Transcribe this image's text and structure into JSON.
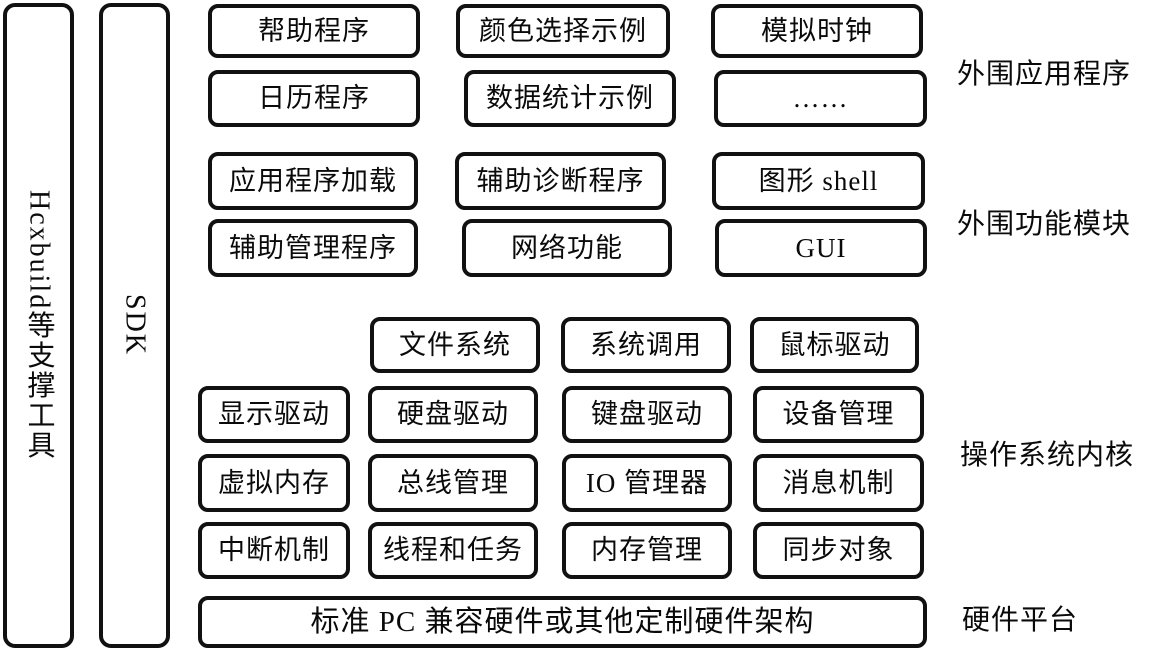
{
  "colors": {
    "border": "#111111",
    "background": "#ffffff",
    "text": "#0a0a0a"
  },
  "bars": {
    "support_tool": "Hcxbuild等支撑工具",
    "sdk": "SDK"
  },
  "sections": {
    "peripheral_apps": {
      "label": "外围应用程序",
      "boxes": {
        "help_program": "帮助程序",
        "color_picker_demo": "颜色选择示例",
        "analog_clock": "模拟时钟",
        "calendar_program": "日历程序",
        "statistics_demo": "数据统计示例",
        "ellipsis": "……"
      }
    },
    "peripheral_modules": {
      "label": "外围功能模块",
      "boxes": {
        "app_loader": "应用程序加载",
        "diagnostic_program": "辅助诊断程序",
        "graphic_shell": "图形 shell",
        "admin_program": "辅助管理程序",
        "network_function": "网络功能",
        "gui": "GUI"
      }
    },
    "os_kernel": {
      "label": "操作系统内核",
      "boxes": {
        "file_system": "文件系统",
        "system_call": "系统调用",
        "mouse_driver": "鼠标驱动",
        "display_driver": "显示驱动",
        "disk_driver": "硬盘驱动",
        "keyboard_driver": "键盘驱动",
        "device_manager": "设备管理",
        "virtual_memory": "虚拟内存",
        "bus_manager": "总线管理",
        "io_manager": "IO 管理器",
        "message_mechanism": "消息机制",
        "interrupt_mechanism": "中断机制",
        "threads_tasks": "线程和任务",
        "memory_manager": "内存管理",
        "sync_objects": "同步对象"
      }
    },
    "hardware": {
      "label": "硬件平台",
      "platform": "标准 PC 兼容硬件或其他定制硬件架构"
    }
  }
}
